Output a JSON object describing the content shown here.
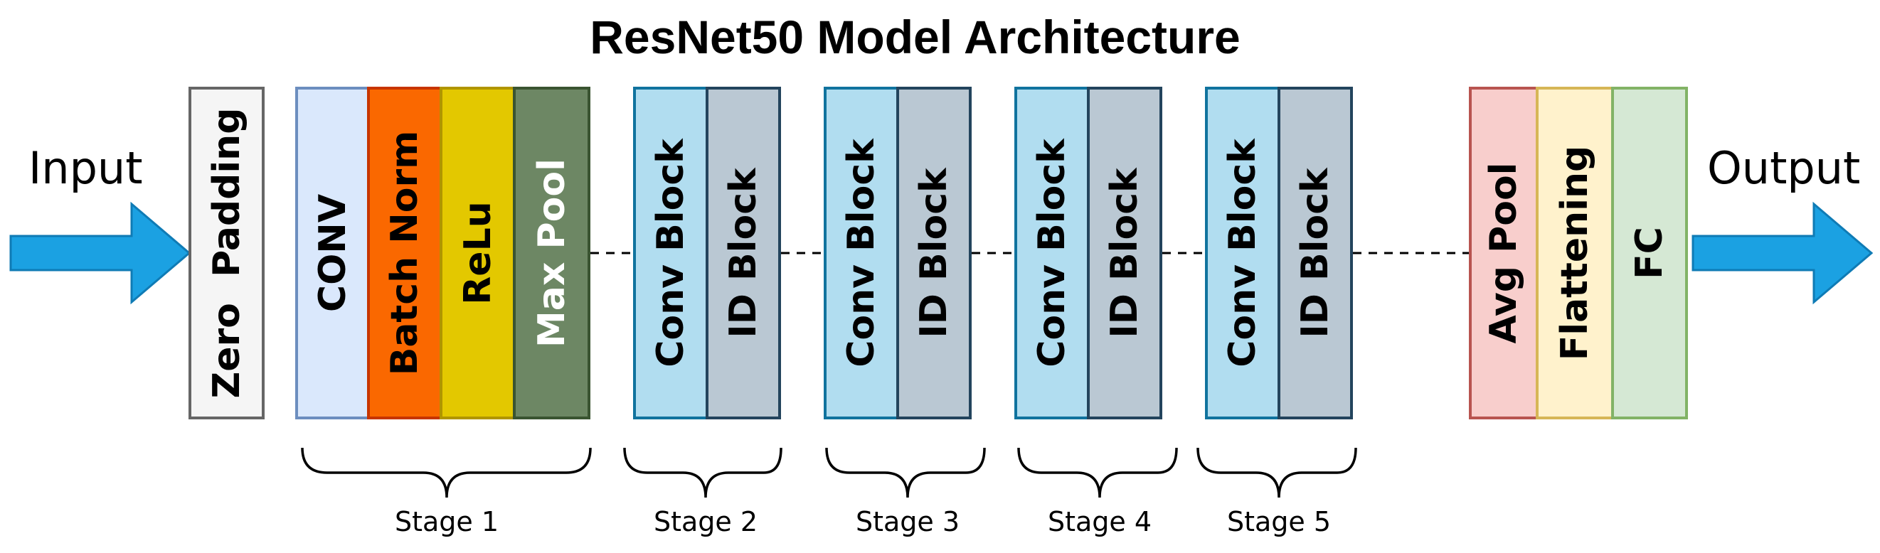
{
  "title": "ResNet50 Model Architecture",
  "input_label": "Input",
  "output_label": "Output",
  "zero_padding": "Zero  Padding",
  "stage1": {
    "conv": "CONV",
    "batch_norm": "Batch Norm",
    "relu": "ReLu",
    "max_pool": "Max Pool"
  },
  "stage2": {
    "conv_block": "Conv Block",
    "id_block": "ID Block"
  },
  "stage3": {
    "conv_block": "Conv Block",
    "id_block": "ID Block"
  },
  "stage4": {
    "conv_block": "Conv Block",
    "id_block": "ID Block"
  },
  "stage5": {
    "conv_block": "Conv Block",
    "id_block": "ID Block"
  },
  "head": {
    "avg_pool": "Avg Pool",
    "flattening": "Flattening",
    "fc": "FC"
  },
  "stage_labels": [
    "Stage 1",
    "Stage 2",
    "Stage 3",
    "Stage 4",
    "Stage 5"
  ],
  "colors": {
    "arrow": "#1ba1e2",
    "zero_padding": "#f5f5f5",
    "conv": "#dae8fc",
    "batch_norm": "#fa6800",
    "relu": "#e3c800",
    "max_pool": "#6d8764",
    "conv_block": "#b1ddf0",
    "id_block": "#bac8d3",
    "avg_pool": "#f8cecc",
    "flattening": "#fff2cc",
    "fc": "#d5e8d4"
  }
}
